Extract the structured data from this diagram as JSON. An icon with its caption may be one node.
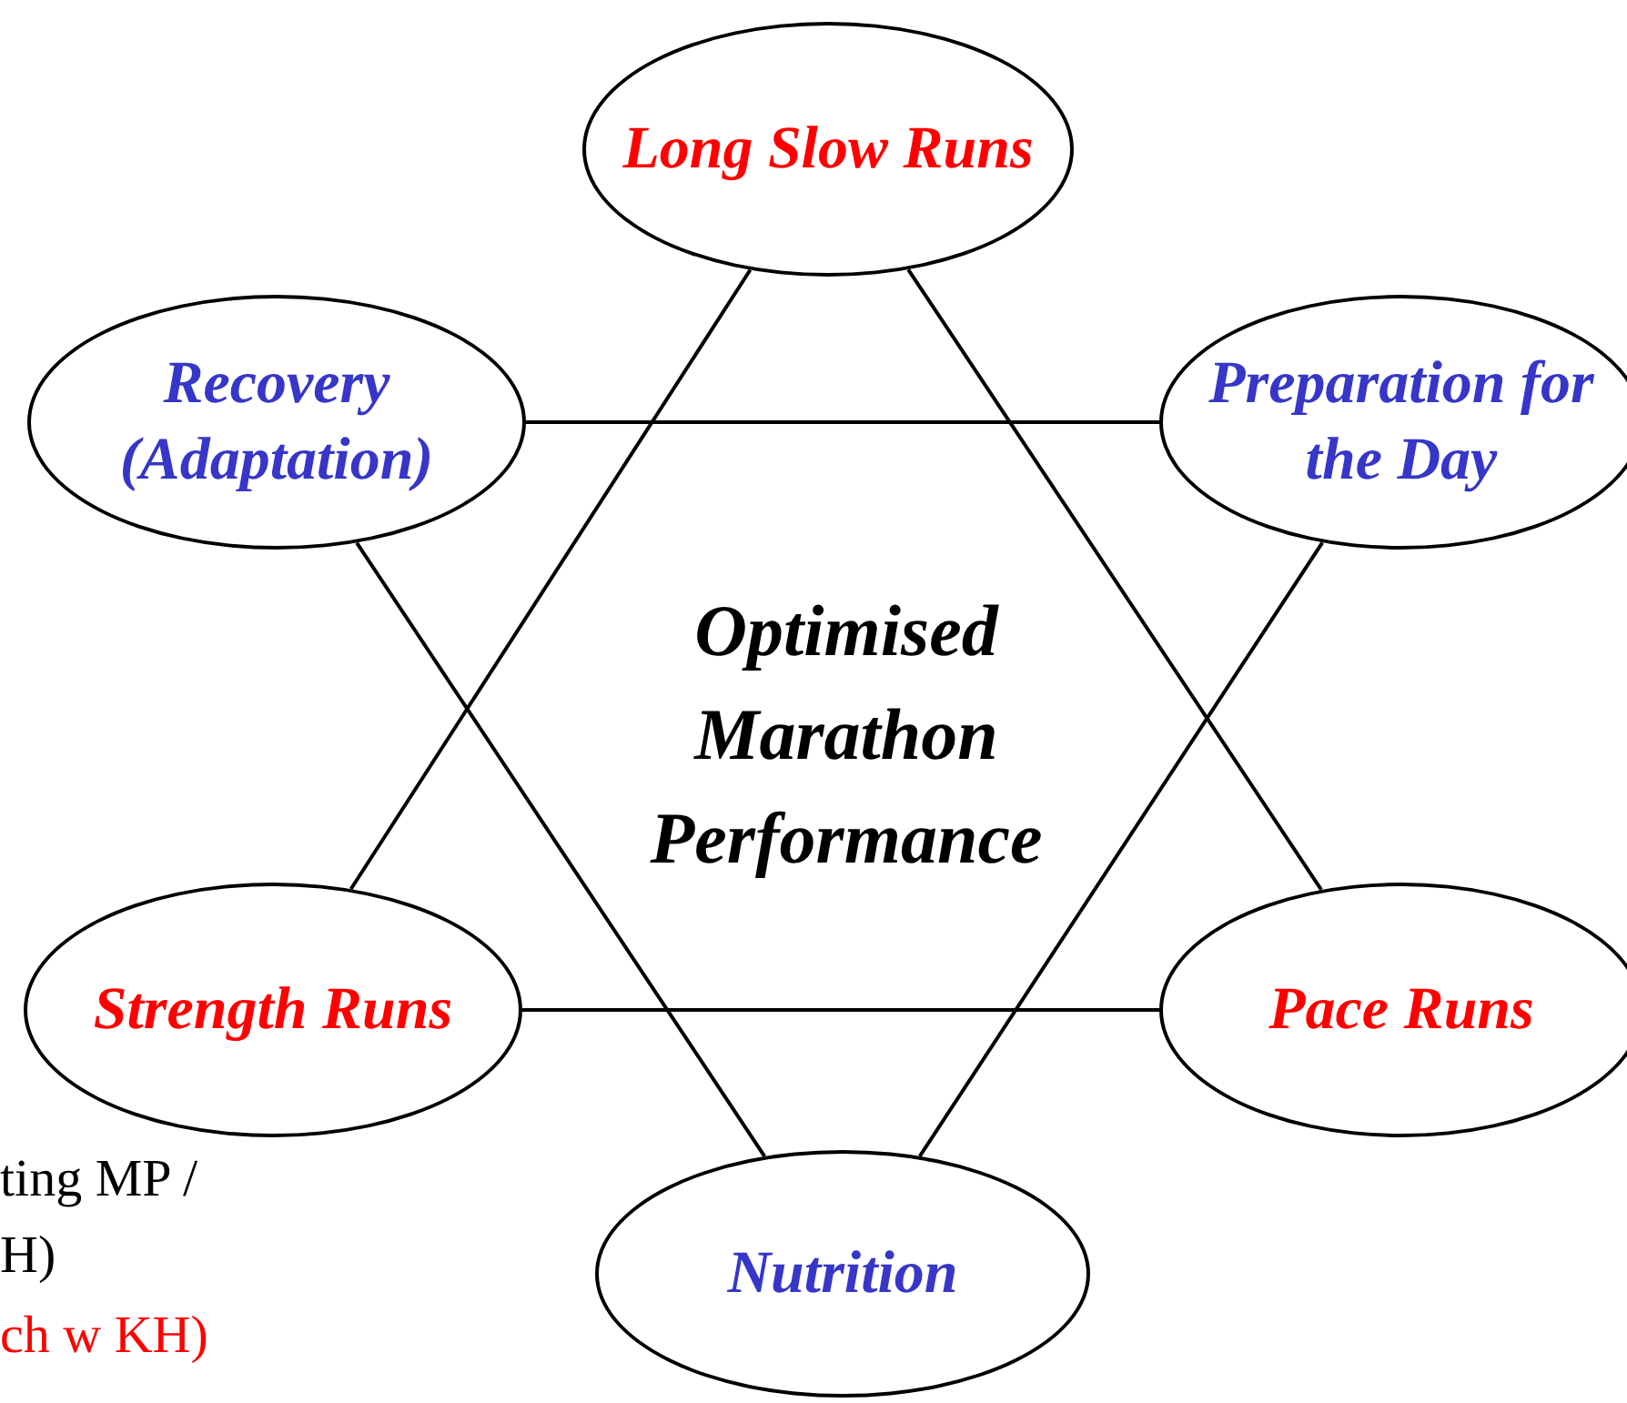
{
  "diagram": {
    "nodes": [
      {
        "text": [
          "Long Slow Runs"
        ]
      },
      {
        "text": [
          "Recovery (Adaptation)"
        ]
      },
      {
        "text": [
          "Preparation for the Day"
        ]
      },
      {
        "text": [
          "Strength Runs"
        ]
      },
      {
        "text": [
          "Pace Runs"
        ]
      },
      {
        "text": [
          "Nutrition"
        ]
      }
    ],
    "edges": [
      {
        "from": 0,
        "to": 3,
        "arrow": "none"
      },
      {
        "from": 0,
        "to": 4,
        "arrow": "none"
      },
      {
        "from": 3,
        "to": 4,
        "arrow": "none"
      },
      {
        "from": 1,
        "to": 2,
        "arrow": "none"
      },
      {
        "from": 1,
        "to": 5,
        "arrow": "none"
      },
      {
        "from": 2,
        "to": 5,
        "arrow": "none"
      }
    ],
    "labels": [
      "Optimised Marathon Performance",
      "ting MP /",
      "H)",
      "ch w KH)"
    ]
  }
}
